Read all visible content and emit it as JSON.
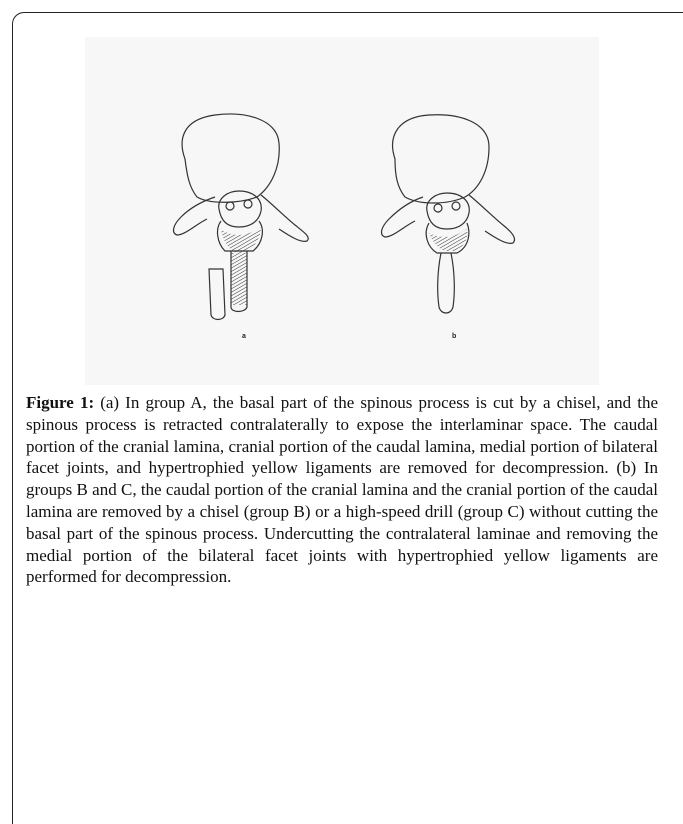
{
  "figure": {
    "label": "Figure 1:",
    "subpanels": [
      {
        "label": "a",
        "description_icon": "vertebra-with-cut-spinous-process-icon"
      },
      {
        "label": "b",
        "description_icon": "vertebra-with-intact-spinous-process-icon"
      }
    ],
    "caption": "(a) In group A, the basal part of the spinous process is cut by a chisel, and the spinous process is retracted contralaterally to expose the interlaminar space. The caudal portion of the cranial lamina, cranial portion of the caudal lamina, medial portion of bilateral facet joints, and hypertrophied yellow ligaments are removed for decompression. (b) In groups B and C, the caudal portion of the cranial lamina and the cranial portion of the caudal lamina are removed by a chisel (group B) or a high-speed drill (group C) without cutting the basal part of the spinous process. Undercutting the contralateral laminae and removing the medial portion of the bilateral facet joints with hypertrophied yellow ligaments are performed for decompression."
  },
  "colors": {
    "line": "#333333",
    "panel_bg": "#f7f7f7",
    "text": "#111111"
  }
}
